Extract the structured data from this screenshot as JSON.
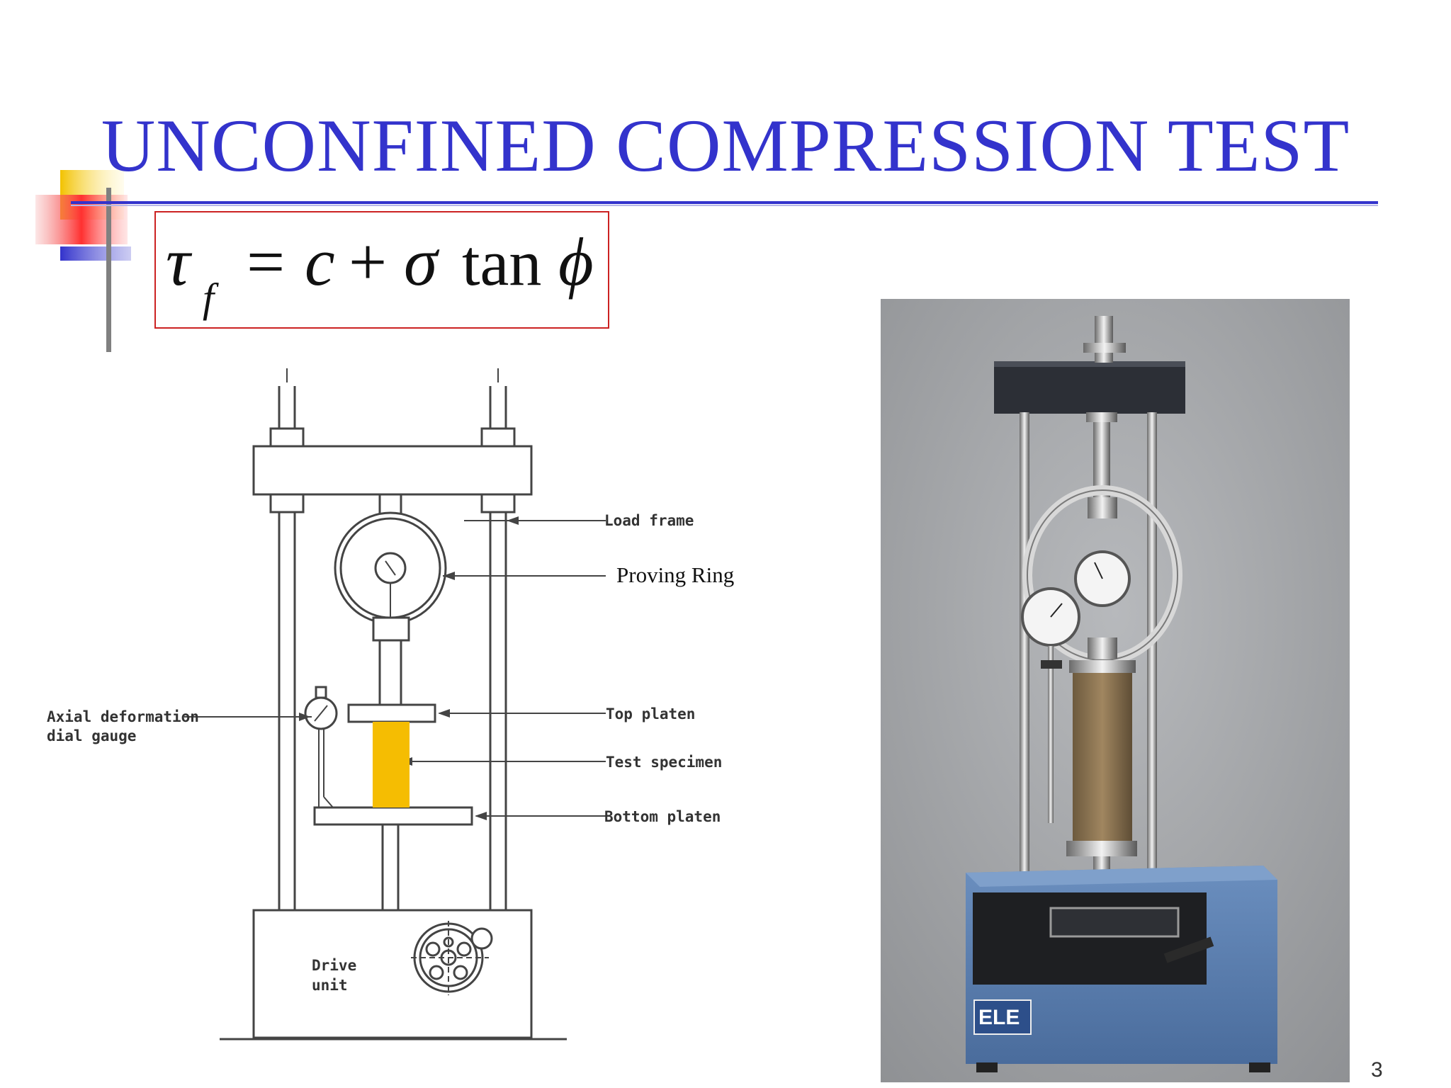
{
  "slide": {
    "title": "UNCONFINED COMPRESSION TEST",
    "page_number": "3"
  },
  "equation": {
    "lhs_symbol": "τ",
    "lhs_subscript": "f",
    "equals": "=",
    "c": "c",
    "plus": "+",
    "sigma": "σ",
    "tan": "tan",
    "phi": "ϕ"
  },
  "diagram": {
    "labels": {
      "load_frame": "Load frame",
      "proving_ring": "Proving Ring",
      "top_platen": "Top platen",
      "test_specimen": "Test specimen",
      "bottom_platen": "Bottom platen",
      "axial_line1": "Axial deformation",
      "axial_line2": "dial gauge",
      "drive_line1": "Drive",
      "drive_line2": "unit"
    },
    "colors": {
      "specimen": "#f5bd02",
      "line": "#444444"
    }
  },
  "photo": {
    "brand_badge": "ELE",
    "colors": {
      "background": "#9fa1a4",
      "base": "#5b7fae",
      "crossbar": "#2c2f36",
      "soil": "#8b7350"
    }
  },
  "colors": {
    "title": "#3333cc",
    "equation_border": "#cc2222"
  }
}
